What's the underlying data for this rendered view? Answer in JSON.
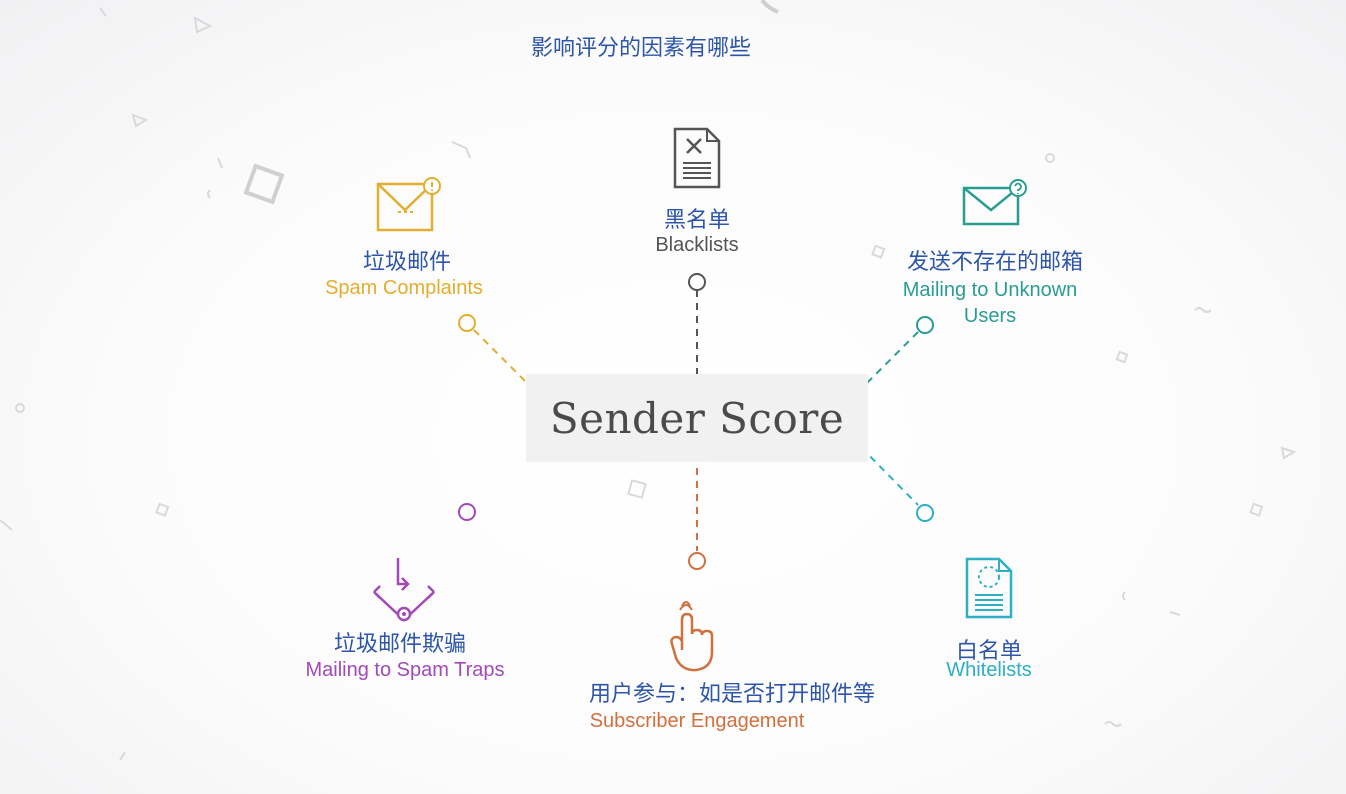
{
  "title": "影响评分的因素有哪些",
  "center": {
    "label": "Sender Score"
  },
  "factors": {
    "blacklists": {
      "cn": "黑名单",
      "en": "Blacklists",
      "color": "#555555",
      "icon": "blacklist-document-icon"
    },
    "spam_complaints": {
      "cn": "垃圾邮件",
      "en": "Spam Complaints",
      "color": "#e3ae2e",
      "icon": "envelope-alert-icon"
    },
    "unknown_users": {
      "cn": "发送不存在的邮箱",
      "en": "Mailing to Unknown Users",
      "color": "#2a9d93",
      "icon": "envelope-question-icon"
    },
    "spam_traps": {
      "cn": "垃圾邮件欺骗",
      "en": "Mailing to Spam Traps",
      "color": "#a24bb7",
      "icon": "spam-trap-icon"
    },
    "engagement": {
      "cn": "用户参与：如是否打开邮件等",
      "en": "Subscriber Engagement",
      "color": "#d0703e",
      "icon": "pointer-hand-icon"
    },
    "whitelists": {
      "cn": "白名单",
      "en": "Whitelists",
      "color": "#2db0c4",
      "icon": "whitelist-document-icon"
    }
  }
}
